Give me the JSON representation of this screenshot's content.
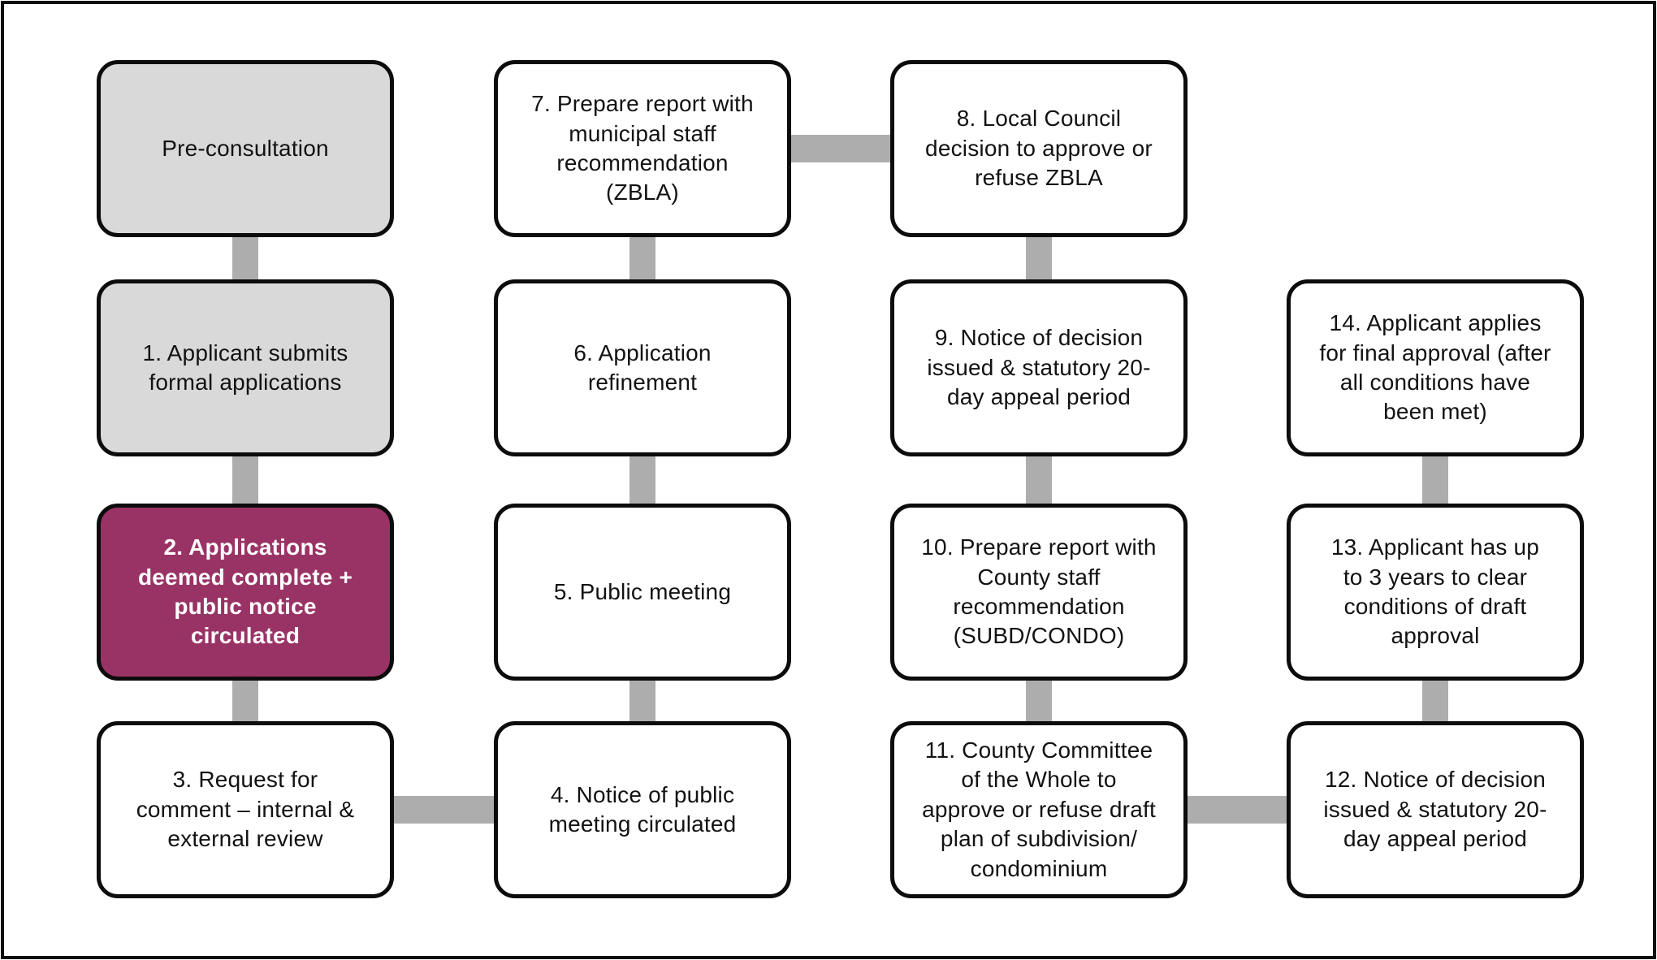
{
  "diagram": {
    "colors": {
      "background": "#FFFFFF",
      "frame_border": "#0C0C0C",
      "node_border": "#0C0C0C",
      "gray_fill": "#D9D9D9",
      "white_fill": "#FFFFFF",
      "highlight_fill": "#9A3365",
      "text": "#121212",
      "highlight_text": "#FFFFFF",
      "connector": "#ADADAD"
    },
    "nodes": [
      {
        "id": "pre-consultation",
        "col": 0,
        "row": 0,
        "variant": "gray",
        "label": "Pre-consultation"
      },
      {
        "id": "step-1",
        "col": 0,
        "row": 1,
        "variant": "gray",
        "label": "1. Applicant submits\nformal applications"
      },
      {
        "id": "step-2",
        "col": 0,
        "row": 2,
        "variant": "highlight",
        "label": "2. Applications\ndeemed complete +\npublic notice\ncirculated"
      },
      {
        "id": "step-3",
        "col": 0,
        "row": 3,
        "variant": "white",
        "label": "3. Request for\ncomment – internal &\nexternal review"
      },
      {
        "id": "step-4",
        "col": 1,
        "row": 3,
        "variant": "white",
        "label": "4. Notice of public\nmeeting circulated"
      },
      {
        "id": "step-5",
        "col": 1,
        "row": 2,
        "variant": "white",
        "label": "5. Public meeting"
      },
      {
        "id": "step-6",
        "col": 1,
        "row": 1,
        "variant": "white",
        "label": "6. Application\nrefinement"
      },
      {
        "id": "step-7",
        "col": 1,
        "row": 0,
        "variant": "white",
        "label": "7. Prepare report with\nmunicipal staff\nrecommendation\n(ZBLA)"
      },
      {
        "id": "step-8",
        "col": 2,
        "row": 0,
        "variant": "white",
        "label": "8. Local Council\ndecision to approve or\nrefuse ZBLA"
      },
      {
        "id": "step-9",
        "col": 2,
        "row": 1,
        "variant": "white",
        "label": "9. Notice of decision\nissued & statutory 20-\nday appeal period"
      },
      {
        "id": "step-10",
        "col": 2,
        "row": 2,
        "variant": "white",
        "label": "10. Prepare report with\nCounty staff\nrecommendation\n(SUBD/CONDO)"
      },
      {
        "id": "step-11",
        "col": 2,
        "row": 3,
        "variant": "white",
        "label": "11. County Committee\nof the Whole to\napprove or refuse draft\nplan of subdivision/\ncondominium"
      },
      {
        "id": "step-12",
        "col": 3,
        "row": 3,
        "variant": "white",
        "label": "12. Notice of decision\nissued & statutory 20-\nday appeal period"
      },
      {
        "id": "step-13",
        "col": 3,
        "row": 2,
        "variant": "white",
        "label": "13. Applicant has up\nto 3 years to clear\nconditions of draft\napproval"
      },
      {
        "id": "step-14",
        "col": 3,
        "row": 1,
        "variant": "white",
        "label": "14. Applicant applies\nfor final approval (after\nall conditions have\nbeen met)"
      }
    ],
    "edges": [
      {
        "from": "pre-consultation",
        "to": "step-1"
      },
      {
        "from": "step-1",
        "to": "step-2"
      },
      {
        "from": "step-2",
        "to": "step-3"
      },
      {
        "from": "step-3",
        "to": "step-4"
      },
      {
        "from": "step-4",
        "to": "step-5"
      },
      {
        "from": "step-5",
        "to": "step-6"
      },
      {
        "from": "step-6",
        "to": "step-7"
      },
      {
        "from": "step-7",
        "to": "step-8"
      },
      {
        "from": "step-8",
        "to": "step-9"
      },
      {
        "from": "step-9",
        "to": "step-10"
      },
      {
        "from": "step-10",
        "to": "step-11"
      },
      {
        "from": "step-11",
        "to": "step-12"
      },
      {
        "from": "step-12",
        "to": "step-13"
      },
      {
        "from": "step-13",
        "to": "step-14"
      }
    ]
  }
}
